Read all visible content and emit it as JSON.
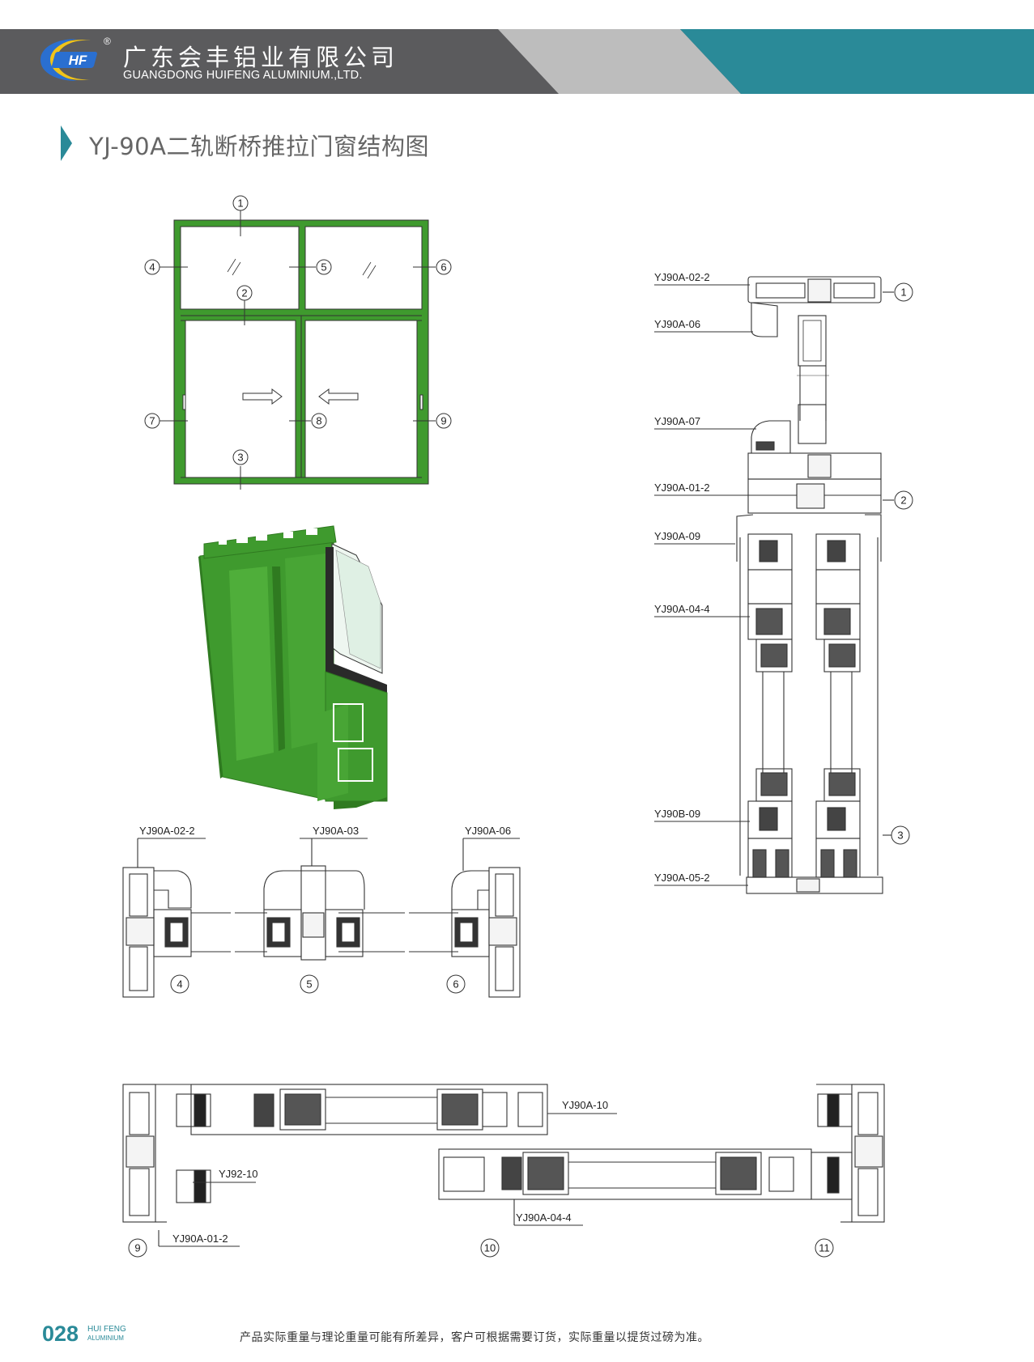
{
  "header": {
    "company_cn": "广东会丰铝业有限公司",
    "company_en": "GUANGDONG HUIFENG ALUMINIUM.,LTD.",
    "logo_text": "HF",
    "registered": "®"
  },
  "title": "YJ-90A二轨断桥推拉门窗结构图",
  "elevation": {
    "callouts": [
      "1",
      "2",
      "3",
      "4",
      "5",
      "6",
      "7",
      "8",
      "9"
    ]
  },
  "vertical_section": {
    "labels": [
      "YJ90A-02-2",
      "YJ90A-06",
      "YJ90A-07",
      "YJ90A-01-2",
      "YJ90A-09",
      "YJ90A-04-4",
      "YJ90B-09",
      "YJ90A-05-2"
    ],
    "callouts": [
      "1",
      "2",
      "3"
    ]
  },
  "transom_section": {
    "labels": [
      "YJ90A-02-2",
      "YJ90A-03",
      "YJ90A-06"
    ],
    "callouts": [
      "4",
      "5",
      "6"
    ]
  },
  "sash_section": {
    "labels": [
      "YJ90A-10",
      "YJ92-10",
      "YJ90A-01-2",
      "YJ90A-04-4"
    ],
    "callouts": [
      "9",
      "10",
      "11"
    ]
  },
  "footer": {
    "page_number": "028",
    "brand_line1": "HUI FENG",
    "brand_line2": "ALUMINIUM",
    "note": "产品实际重量与理论重量可能有所差异，客户可根据需要订货，实际重量以提货过磅为准。"
  },
  "colors": {
    "accent": "#2a8a98",
    "header_dark": "#5b5b5d",
    "header_light": "#bcbcbc",
    "profile_green": "#3f9a2e",
    "profile_dark_green": "#2f7a20"
  }
}
